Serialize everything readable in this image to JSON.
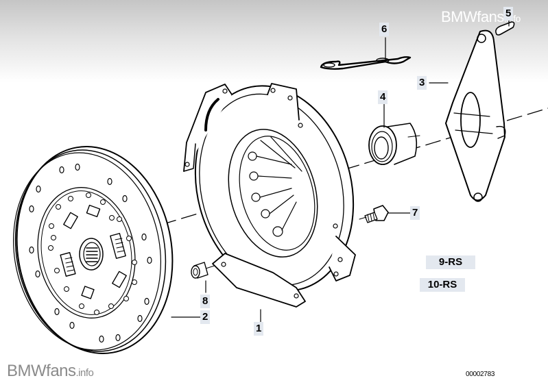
{
  "diagram": {
    "title": "Clutch assembly exploded view",
    "diagram_number": "00002783",
    "callouts": [
      {
        "id": "1",
        "label": "1",
        "part": "clutch-pressure-plate"
      },
      {
        "id": "2",
        "label": "2",
        "part": "clutch-disc"
      },
      {
        "id": "3",
        "label": "3",
        "part": "release-lever"
      },
      {
        "id": "4",
        "label": "4",
        "part": "release-bearing"
      },
      {
        "id": "5",
        "label": "5",
        "part": "clip"
      },
      {
        "id": "6",
        "label": "6",
        "part": "spring-clip"
      },
      {
        "id": "7",
        "label": "7",
        "part": "screw"
      },
      {
        "id": "8",
        "label": "8",
        "part": "dowel-sleeve"
      }
    ],
    "notes": [
      {
        "label": "9-RS"
      },
      {
        "label": "10-RS"
      }
    ]
  },
  "watermarks": {
    "top": {
      "brand": "BMWfans",
      "suffix": ".info"
    },
    "bottom": {
      "brand": "BMWfans",
      "suffix": ".info"
    }
  },
  "colors": {
    "callout_bg": "#e3e8ef",
    "line": "#000000",
    "watermark_bottom": "#8a8a8a"
  }
}
